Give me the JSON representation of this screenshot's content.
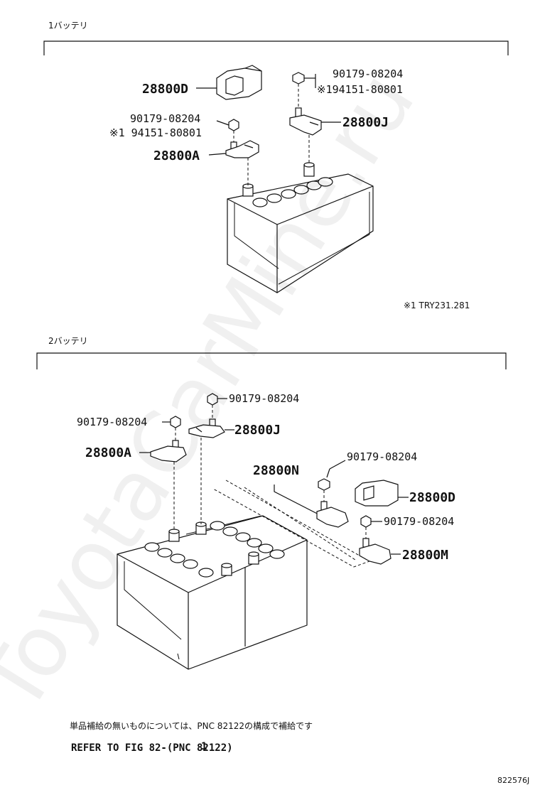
{
  "sections": [
    {
      "label": "1バッテリ"
    },
    {
      "label": "2バッテリ"
    }
  ],
  "callouts": {
    "s1_28800D": "28800D",
    "s1_pn_top_a": "90179-08204",
    "s1_pn_top_b": "※194151-80801",
    "s1_28800J": "28800J",
    "s1_pn_left_a": "90179-08204",
    "s1_pn_left_b": "※1 94151-80801",
    "s1_28800A": "28800A",
    "s1_note": "※1 TRY231.281",
    "s2_pn_top": "90179-08204",
    "s2_pn_left": "90179-08204",
    "s2_28800J": "28800J",
    "s2_28800A": "28800A",
    "s2_pn_mid": "90179-08204",
    "s2_28800N": "28800N",
    "s2_28800D": "28800D",
    "s2_pn_right": "90179-08204",
    "s2_28800M": "28800M"
  },
  "footer": {
    "note_jp": "単品補給の無いものについては、PNC 82122の構成で補給です",
    "refer": "REFER TO FIG 82-(PNC 82122)",
    "refer_overlap": "1",
    "figure_code": "822576J"
  },
  "watermark": "ToyotaCarMine.ru"
}
